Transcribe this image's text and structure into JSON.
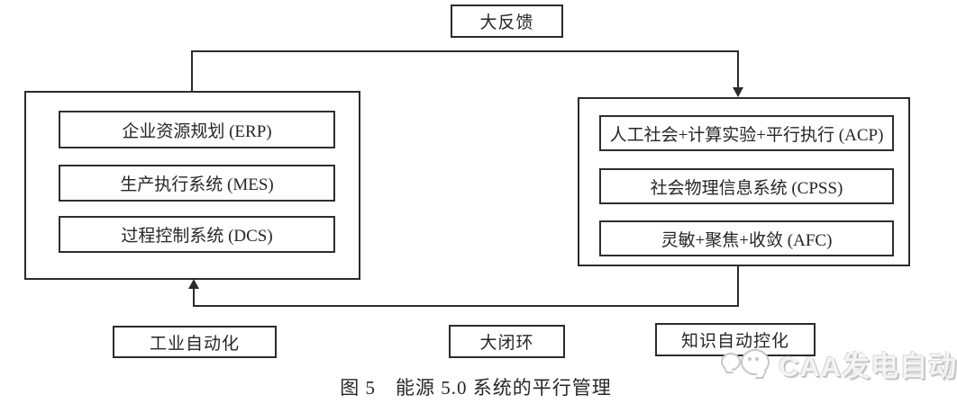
{
  "diagram": {
    "top_label": "大反馈",
    "left_panel": {
      "name": "industrial-automation-stack",
      "items": [
        "企业资源规划 (ERP)",
        "生产执行系统 (MES)",
        "过程控制系统 (DCS)"
      ]
    },
    "right_panel": {
      "name": "knowledge-automation-stack",
      "items": [
        "人工社会+计算实验+平行执行 (ACP)",
        "社会物理信息系统 (CPSS)",
        "灵敏+聚焦+收敛 (AFC)"
      ]
    },
    "bottom_labels": {
      "left": "工业自动化",
      "center": "大闭环",
      "right": "知识自动控化"
    },
    "caption": "图 5　能源 5.0 系统的平行管理",
    "colors": {
      "line": "#2b2b2b",
      "text": "#262626",
      "background": "#ffffff",
      "watermark": "#c6c6c6"
    }
  },
  "watermark": {
    "text": "CAA发电自动化",
    "logo": "chat-bubbles-logo"
  }
}
